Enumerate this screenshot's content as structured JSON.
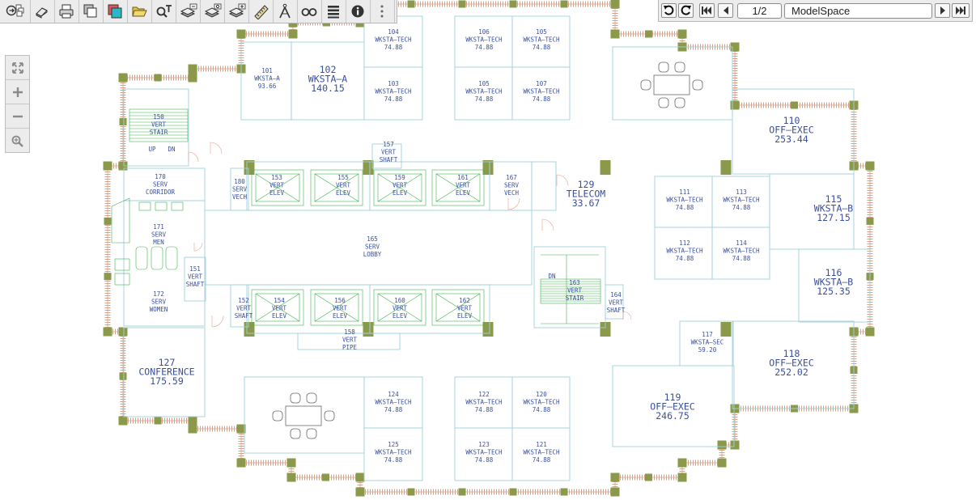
{
  "toolbar": {
    "buttons": [
      {
        "name": "navigate-icon",
        "title": "Navigate"
      },
      {
        "name": "erase-icon",
        "title": "Clear"
      },
      {
        "name": "print-icon",
        "title": "Print"
      },
      {
        "name": "copy-icon",
        "title": "Copy"
      },
      {
        "name": "color-background-icon",
        "title": "Background"
      },
      {
        "name": "open-folder-icon",
        "title": "Open"
      },
      {
        "name": "text-search-icon",
        "title": "Find Text"
      },
      {
        "name": "layer-minus-icon",
        "title": "Hide layer"
      },
      {
        "name": "layer-settings-icon",
        "title": "Layers"
      },
      {
        "name": "layer-plus-icon",
        "title": "Show layer"
      },
      {
        "name": "ruler-icon",
        "title": "Measure"
      },
      {
        "name": "compass-icon",
        "title": "Draw"
      },
      {
        "name": "binoculars-icon",
        "title": "Find"
      },
      {
        "name": "layers-stack-icon",
        "title": "Layer list"
      },
      {
        "name": "info-icon",
        "title": "Information"
      },
      {
        "name": "more-icon",
        "title": "More"
      }
    ]
  },
  "navigation": {
    "page": "1/2",
    "layout": "ModelSpace"
  },
  "zoom": {
    "buttons": [
      "zoom-extents-icon",
      "zoom-in-icon",
      "zoom-out-icon",
      "zoom-window-icon"
    ]
  },
  "rooms": [
    {
      "name": "101-wksta-a",
      "lines": [
        "101",
        "WKSTA–A",
        "93.66"
      ]
    },
    {
      "name": "102-wksta-a",
      "lines": [
        "102",
        "WKSTA–A",
        "140.15"
      ]
    },
    {
      "name": "104-wksta-tech",
      "lines": [
        "104",
        "WKSTA–TECH",
        "74.88"
      ]
    },
    {
      "name": "103-wksta-tech",
      "lines": [
        "103",
        "WKSTA–TECH",
        "74.88"
      ]
    },
    {
      "name": "106-wksta-tech",
      "lines": [
        "106",
        "WKSTA–TECH",
        "74.88"
      ]
    },
    {
      "name": "105-wksta-tech-a",
      "lines": [
        "105",
        "WKSTA–TECH",
        "74.88"
      ]
    },
    {
      "name": "105-wksta-tech-b",
      "lines": [
        "105",
        "WKSTA–TECH",
        "74.88"
      ]
    },
    {
      "name": "107-wksta-tech",
      "lines": [
        "107",
        "WKSTA–TECH",
        "74.88"
      ]
    },
    {
      "name": "110-off-exec",
      "lines": [
        "110",
        "OFF–EXEC",
        "253.44"
      ]
    },
    {
      "name": "150-vert-stair",
      "lines": [
        "150",
        "VERT",
        "STAIR"
      ]
    },
    {
      "name": "170-serv-corridor",
      "lines": [
        "170",
        "SERV",
        "CORRIDOR"
      ]
    },
    {
      "name": "171-serv-men",
      "lines": [
        "171",
        "SERV",
        "MEN"
      ]
    },
    {
      "name": "172-serv-women",
      "lines": [
        "172",
        "SERV",
        "WOMEN"
      ]
    },
    {
      "name": "151-vert-shaft",
      "lines": [
        "151",
        "VERT",
        "SHAFT"
      ]
    },
    {
      "name": "157-vert-shaft",
      "lines": [
        "157",
        "VERT",
        "SHAFT"
      ]
    },
    {
      "name": "180-serv-vech",
      "lines": [
        "180",
        "SERV",
        "VECH"
      ]
    },
    {
      "name": "153-vert-elev",
      "lines": [
        "153",
        "VERT",
        "ELEV"
      ]
    },
    {
      "name": "155-vert-elev",
      "lines": [
        "155",
        "VERT",
        "ELEV"
      ]
    },
    {
      "name": "159-vert-elev",
      "lines": [
        "159",
        "VERT",
        "ELEV"
      ]
    },
    {
      "name": "161-vert-elev",
      "lines": [
        "161",
        "VERT",
        "ELEV"
      ]
    },
    {
      "name": "167-serv-vech",
      "lines": [
        "167",
        "SERV",
        "VECH"
      ]
    },
    {
      "name": "129-telecom",
      "lines": [
        "129",
        "TELECOM",
        "33.67"
      ]
    },
    {
      "name": "165-serv-lobby",
      "lines": [
        "165",
        "SERV",
        "LOBBY"
      ]
    },
    {
      "name": "152-vert-shaft",
      "lines": [
        "152",
        "VERT",
        "SHAFT"
      ]
    },
    {
      "name": "154-vert-elev",
      "lines": [
        "154",
        "VERT",
        "ELEV"
      ]
    },
    {
      "name": "156-vert-elev",
      "lines": [
        "156",
        "VERT",
        "ELEV"
      ]
    },
    {
      "name": "160-vert-elev",
      "lines": [
        "160",
        "VERT",
        "ELEV"
      ]
    },
    {
      "name": "162-vert-elev",
      "lines": [
        "162",
        "VERT",
        "ELEV"
      ]
    },
    {
      "name": "158-vert-pipe",
      "lines": [
        "158",
        "VERT",
        "PIPE"
      ]
    },
    {
      "name": "163-vert-stair",
      "lines": [
        "163",
        "VERT",
        "STAIR"
      ]
    },
    {
      "name": "164-vert-shaft",
      "lines": [
        "164",
        "VERT",
        "SHAFT"
      ]
    },
    {
      "name": "111-wksta-tech",
      "lines": [
        "111",
        "WKSTA–TECH",
        "74.88"
      ]
    },
    {
      "name": "113-wksta-tech",
      "lines": [
        "113",
        "WKSTA–TECH",
        "74.88"
      ]
    },
    {
      "name": "112-wksta-tech",
      "lines": [
        "112",
        "WKSTA–TECH",
        "74.88"
      ]
    },
    {
      "name": "114-wksta-tech",
      "lines": [
        "114",
        "WKSTA–TECH",
        "74.88"
      ]
    },
    {
      "name": "115-wksta-b",
      "lines": [
        "115",
        "WKSTA–B",
        "127.15"
      ]
    },
    {
      "name": "116-wksta-b",
      "lines": [
        "116",
        "WKSTA–B",
        "125.35"
      ]
    },
    {
      "name": "117-wksta-sec",
      "lines": [
        "117",
        "WKSTA–SEC",
        "59.20"
      ]
    },
    {
      "name": "118-off-exec",
      "lines": [
        "118",
        "OFF–EXEC",
        "252.02"
      ]
    },
    {
      "name": "119-off-exec",
      "lines": [
        "119",
        "OFF–EXEC",
        "246.75"
      ]
    },
    {
      "name": "127-conference",
      "lines": [
        "127",
        "CONFERENCE",
        "175.59"
      ]
    },
    {
      "name": "124-wksta-tech",
      "lines": [
        "124",
        "WKSTA–TECH",
        "74.88"
      ]
    },
    {
      "name": "125-wksta-tech",
      "lines": [
        "125",
        "WKSTA–TECH",
        "74.88"
      ]
    },
    {
      "name": "122-wksta-tech",
      "lines": [
        "122",
        "WKSTA–TECH",
        "74.88"
      ]
    },
    {
      "name": "120-wksta-tech",
      "lines": [
        "120",
        "WKSTA–TECH",
        "74.88"
      ]
    },
    {
      "name": "123-wksta-tech",
      "lines": [
        "123",
        "WKSTA–TECH",
        "74.88"
      ]
    },
    {
      "name": "121-wksta-tech",
      "lines": [
        "121",
        "WKSTA–TECH",
        "74.88"
      ]
    }
  ],
  "stair_marks": {
    "up": "UP",
    "dn": "DN"
  },
  "colors": {
    "wall": "#8a9a4a",
    "room_line": "#9fd2dc",
    "text": "#3a4f9c",
    "stair": "#3cb44b",
    "door": "#e8a090",
    "window": "#d8a088"
  }
}
